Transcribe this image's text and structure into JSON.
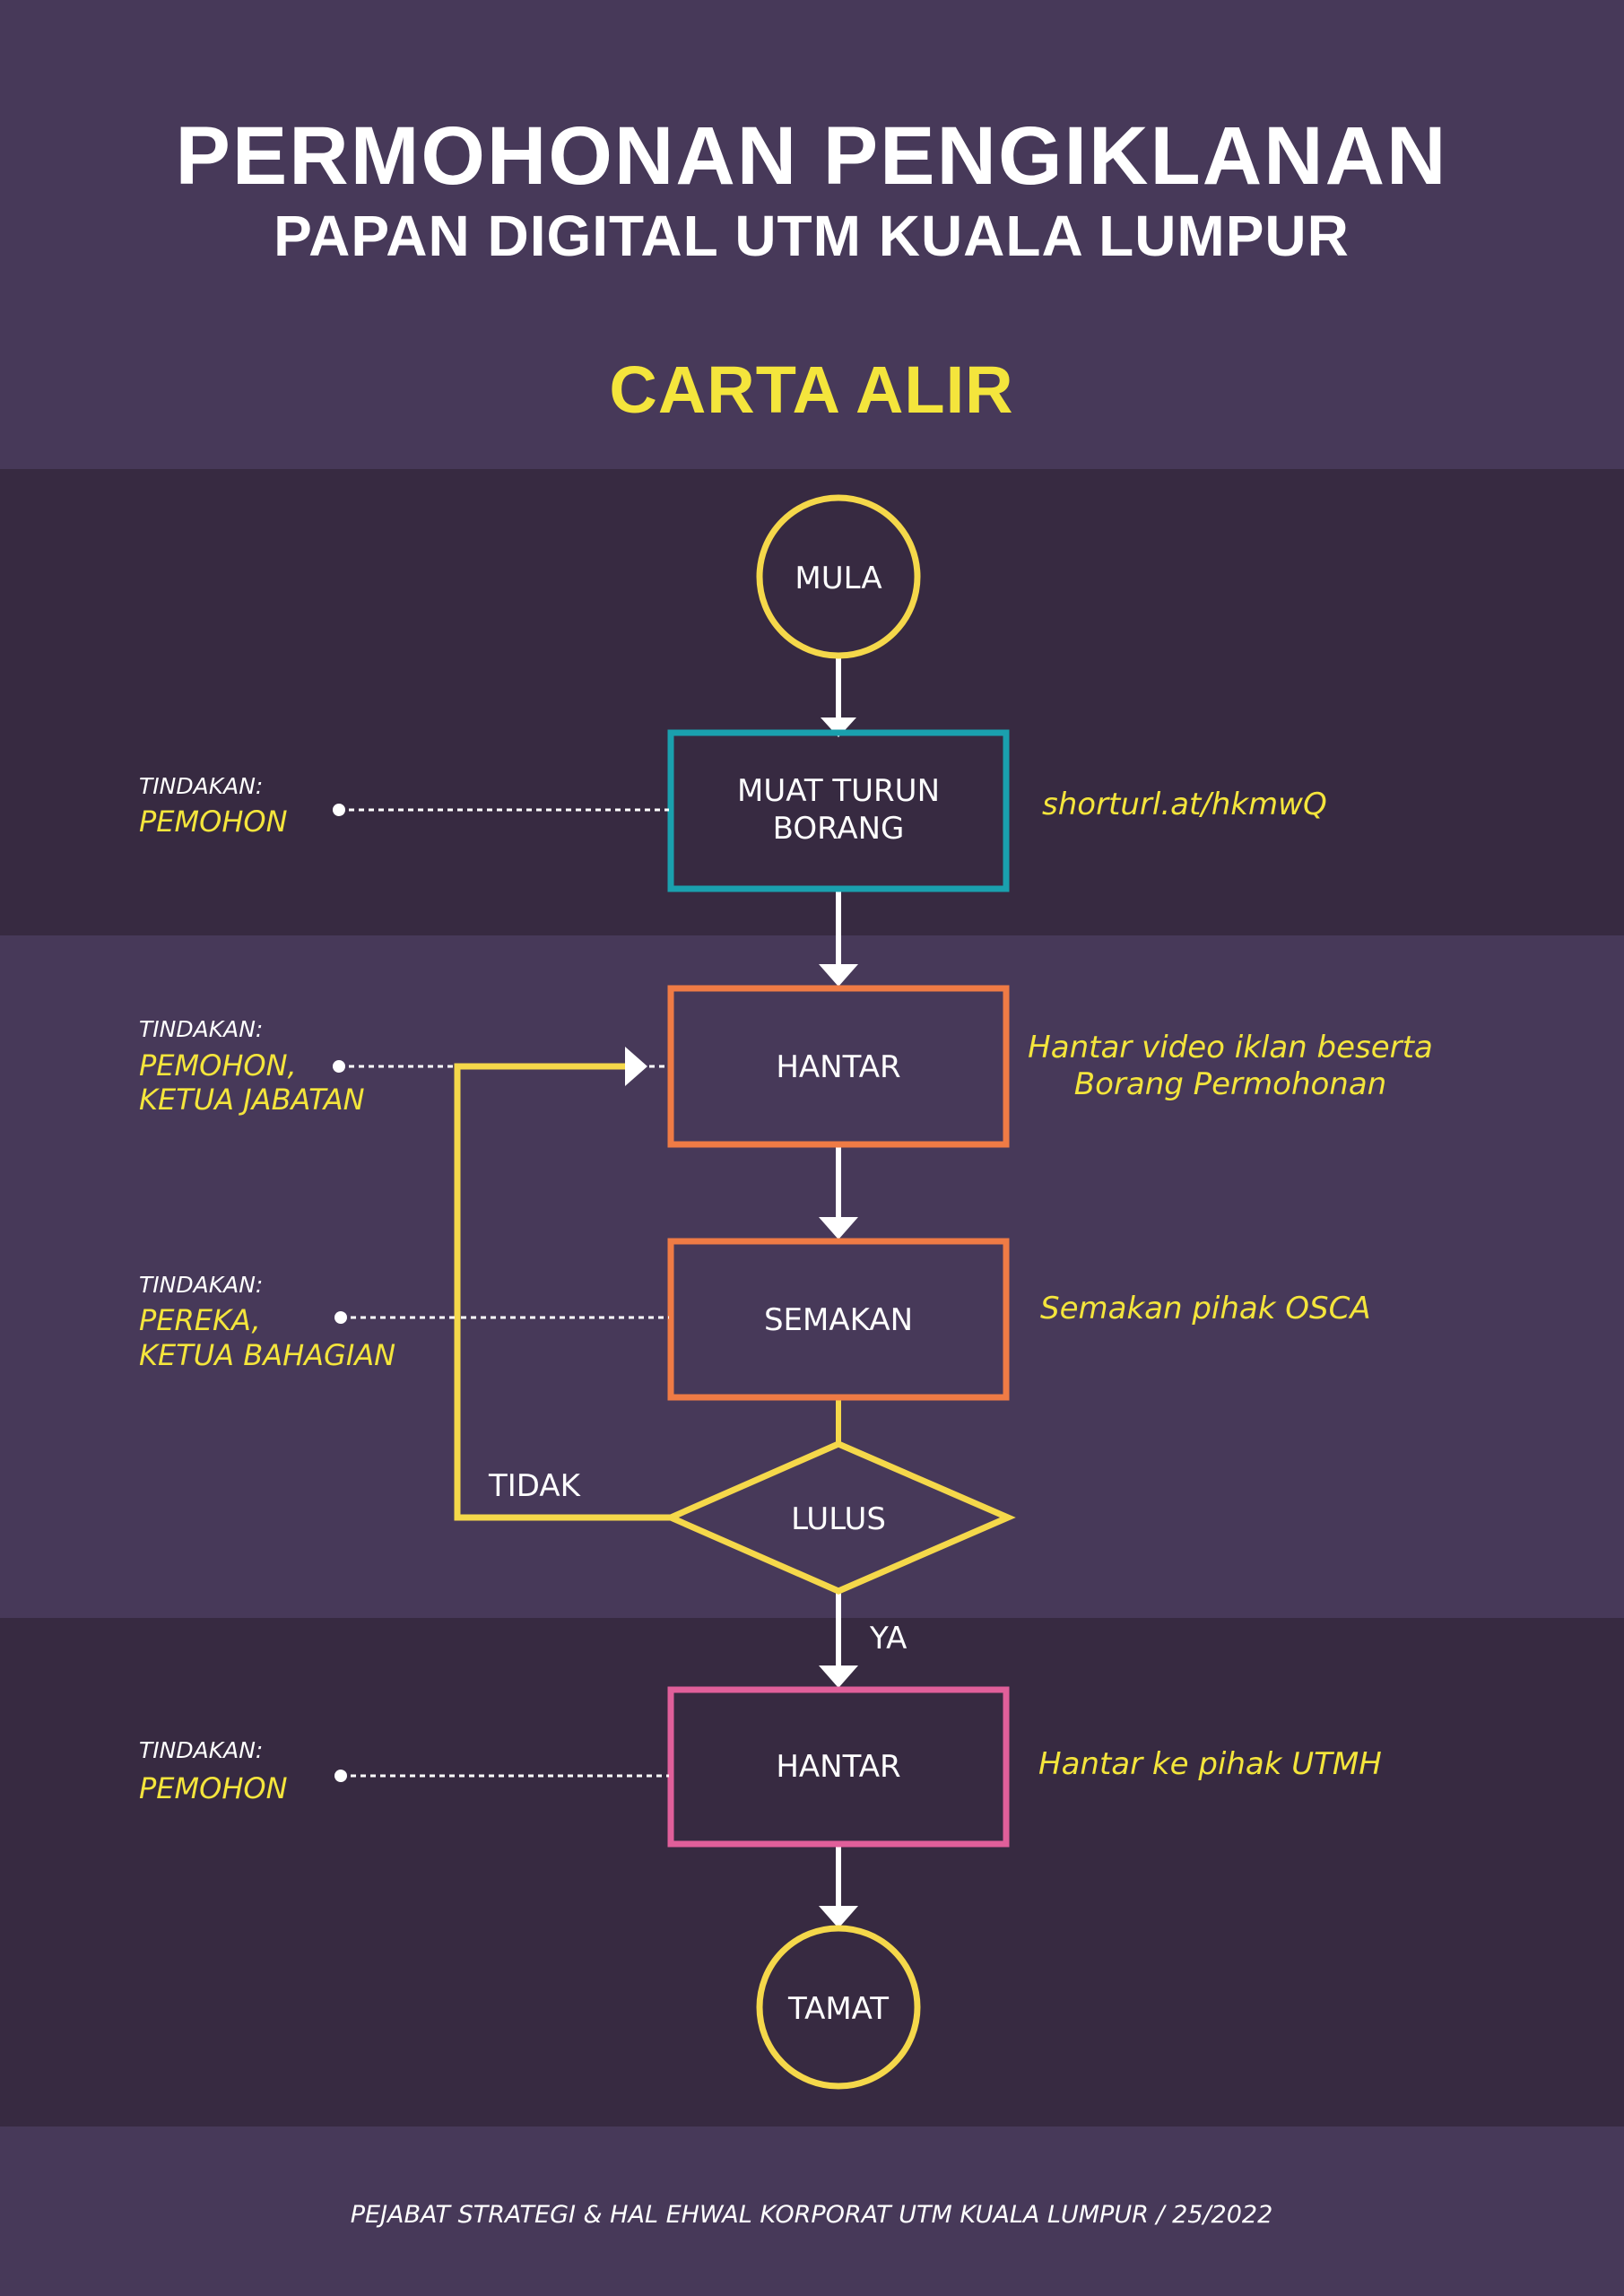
{
  "colors": {
    "band_light": "#473959",
    "band_dark": "#372a41",
    "yellow": "#f5d84a",
    "yellow_text": "#f4e53c",
    "teal": "#1aa0ae",
    "orange": "#ef7b45",
    "pink": "#e05f9a",
    "white": "#ffffff"
  },
  "header": {
    "title": "PERMOHONAN PENGIKLANAN",
    "subtitle": "PAPAN DIGITAL UTM KUALA LUMPUR",
    "heading": "CARTA ALIR"
  },
  "nodes": {
    "start": "MULA",
    "download": [
      "MUAT TURUN",
      "BORANG"
    ],
    "submit": "HANTAR",
    "review": "SEMAKAN",
    "decision": "LULUS",
    "submit_final": "HANTAR",
    "end": "TAMAT"
  },
  "edges": {
    "no_label": "TIDAK",
    "yes_label": "YA"
  },
  "actions": {
    "label": "TINDAKAN:",
    "download_actor": [
      "PEMOHON"
    ],
    "submit_actor": [
      "PEMOHON,",
      "KETUA JABATAN"
    ],
    "review_actor": [
      "PEREKA,",
      "KETUA BAHAGIAN"
    ],
    "final_actor": [
      "PEMOHON"
    ]
  },
  "notes": {
    "download": "shorturl.at/hkmwQ",
    "submit": [
      "Hantar video iklan beserta",
      "Borang Permohonan"
    ],
    "review": "Semakan pihak OSCA",
    "final": "Hantar ke pihak UTMH"
  },
  "footer": "PEJABAT STRATEGI & HAL EHWAL KORPORAT UTM KUALA LUMPUR / 25/2022"
}
